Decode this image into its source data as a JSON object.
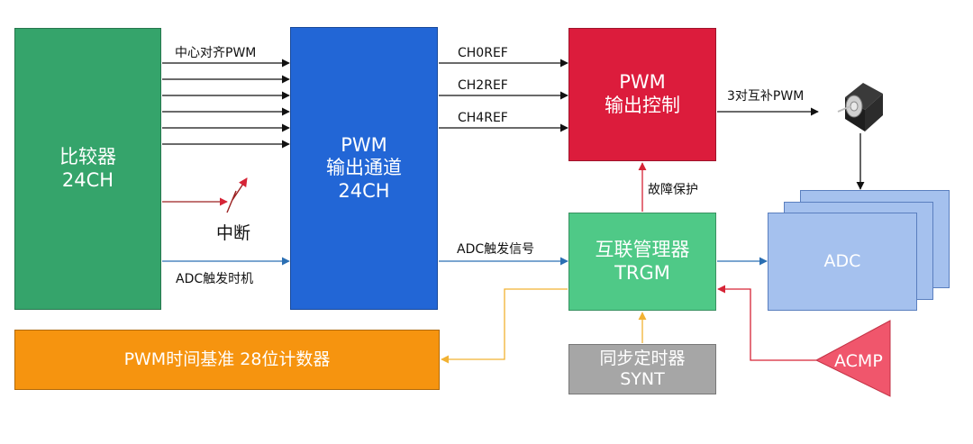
{
  "colors": {
    "comparator": "#35a46b",
    "pwm_channel": "#2266d6",
    "pwm_control": "#dc1c3c",
    "trgm": "#4fc987",
    "timebase": "#f6940f",
    "synt": "#a6a6a6",
    "adc": "#a5c1ee",
    "acmp": "#f0566c",
    "wire_black": "#111111",
    "wire_blue": "#2b6fb3",
    "wire_red": "#d62436",
    "wire_dark_red": "#9c2222",
    "wire_yellow": "#f2b233"
  },
  "blocks": {
    "comparator": {
      "line1": "比较器",
      "line2": "24CH"
    },
    "pwm_channel": {
      "line1": "PWM",
      "line2": "输出通道",
      "line3": "24CH"
    },
    "pwm_control": {
      "line1": "PWM",
      "line2": "输出控制"
    },
    "trgm": {
      "line1": "互联管理器",
      "line2": "TRGM"
    },
    "timebase": {
      "label": "PWM时间基准 28位计数器"
    },
    "synt": {
      "line1": "同步定时器",
      "line2": "SYNT"
    },
    "adc": {
      "label": "ADC"
    },
    "acmp": {
      "label": "ACMP"
    }
  },
  "labels": {
    "center_align_pwm": "中心对齐PWM",
    "interrupt": "中断",
    "adc_trigger_timing": "ADC触发时机",
    "ch0ref": "CH0REF",
    "ch2ref": "CH2REF",
    "ch4ref": "CH4REF",
    "adc_trigger_signal": "ADC触发信号",
    "fault_protect": "故障保护",
    "complementary_pwm": "3对互补PWM"
  },
  "icons": {
    "motor": "motor-icon",
    "lightning": "lightning-icon"
  }
}
